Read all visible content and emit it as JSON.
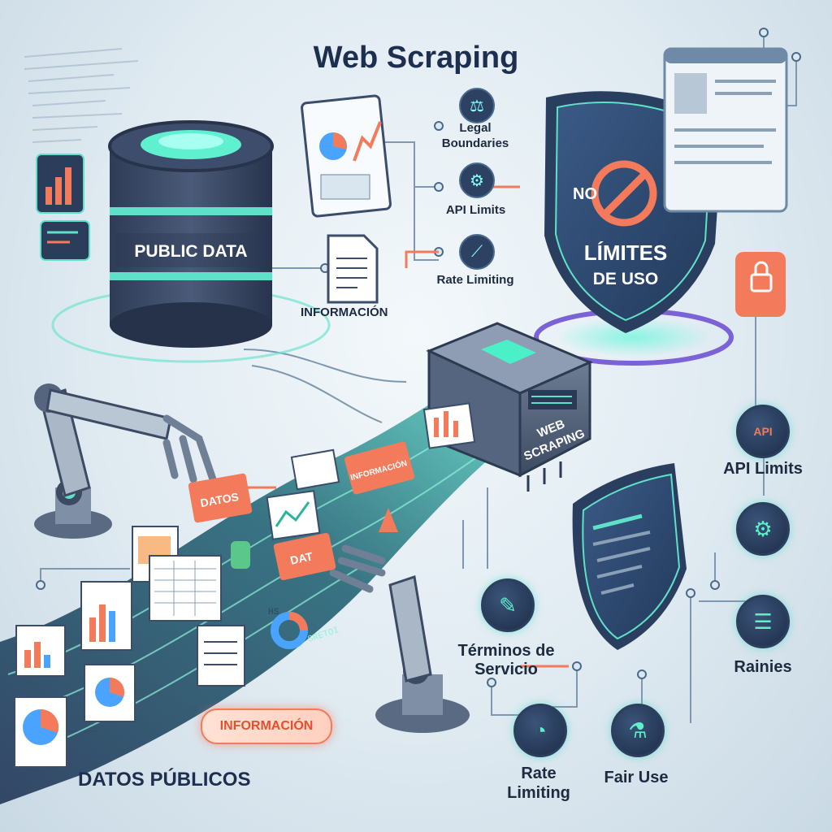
{
  "title": "Web Scraping",
  "database": {
    "label": "PUBLIC DATA"
  },
  "informacion_doc": {
    "label": "INFORMACIÓN"
  },
  "top_labels": {
    "legal": "Legal\nBoundaries",
    "api": "API Limits",
    "rate": "Rate Limiting"
  },
  "shield_large": {
    "no": "NO",
    "line1": "LÍMITES",
    "line2": "DE USO"
  },
  "machine": {
    "line1": "WEB",
    "line2": "SCRAPING"
  },
  "cards": {
    "datos": "DATOS",
    "informacion": "INFORMACIÓN",
    "dat": "DAT"
  },
  "api_badge": "API",
  "right_labels": {
    "api": "API Limits",
    "rainies": "Rainies"
  },
  "bottom_labels": {
    "terminos": "Términos de\nServicio",
    "rate": "Rate\nLimiting",
    "fair": "Fair Use",
    "datos_publicos": "DATOS PÚBLICOS",
    "informacion_pill": "INFORMACIÓN"
  },
  "stream_text": {
    "a": "HS",
    "b": "SRETOI"
  },
  "colors": {
    "navy": "#1e2e4f",
    "teal": "#3fe0c0",
    "orange": "#f37a5a",
    "purple": "#8a6fd6",
    "slate": "#2f4566"
  }
}
